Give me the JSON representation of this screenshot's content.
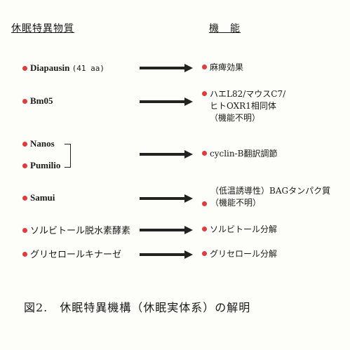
{
  "headers": {
    "substances": "休眠特異物質",
    "function": "機　能"
  },
  "rows": [
    {
      "label": "Diapausin",
      "sub": "(41 aa)",
      "func": [
        "麻痺効果"
      ]
    },
    {
      "label": "Bm05",
      "func": [
        "ハエL82/マウスC7/",
        "ヒトOXR1相同体",
        "（機能不明）"
      ]
    },
    {
      "label": "Nanos",
      "label2": "Pumilio",
      "func": [
        "cyclin-B翻訳調節"
      ]
    },
    {
      "label": "Samui",
      "func": [
        "（低温誘導性）BAGタンパク質",
        "（機能不明）"
      ]
    },
    {
      "label": "ソルビトール脱水素酵素",
      "func": [
        "ソルビトール分解"
      ]
    },
    {
      "label": "グリセロールキナーゼ",
      "func": [
        "グリセロール分解"
      ]
    }
  ],
  "caption": "図2.　休眠特異機構（休眠実体系）の解明",
  "colors": {
    "dot": "#e03c3c",
    "arrow": "#222222"
  }
}
